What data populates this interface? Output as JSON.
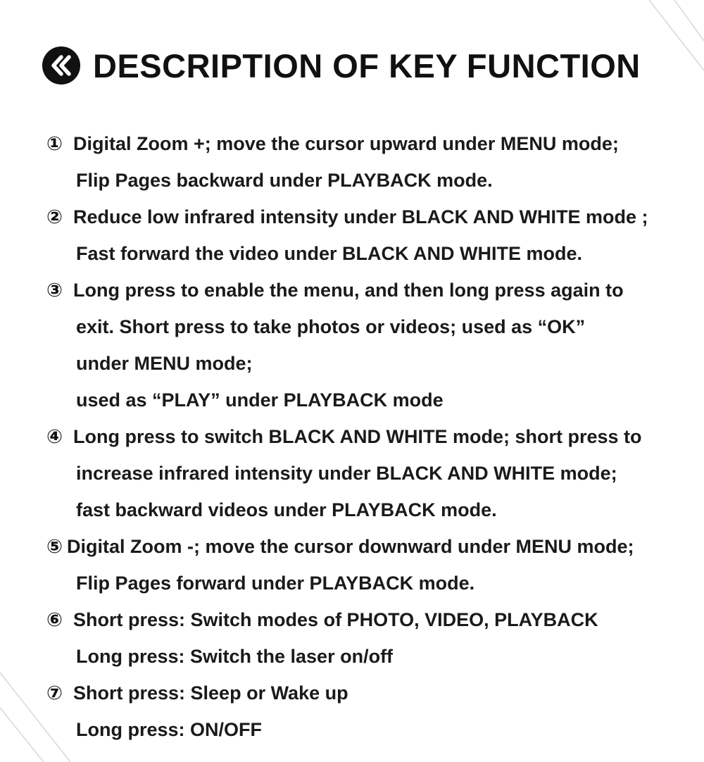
{
  "header": {
    "title": "DESCRIPTION OF KEY FUNCTION",
    "icon": "double-chevron-left-icon"
  },
  "items": [
    {
      "num": "①",
      "lines": [
        "Digital Zoom +; move the cursor upward under MENU mode;",
        "Flip Pages backward under PLAYBACK mode."
      ]
    },
    {
      "num": "②",
      "lines": [
        "Reduce low infrared intensity under BLACK AND WHITE mode ;",
        "Fast forward the video under BLACK AND WHITE mode."
      ]
    },
    {
      "num": "③",
      "lines": [
        "Long press to enable the menu, and then long press again to",
        "exit. Short press to take photos or videos; used as “OK”",
        "under MENU mode;",
        "used as “PLAY” under PLAYBACK mode"
      ]
    },
    {
      "num": "④",
      "lines": [
        "Long press to switch BLACK AND WHITE mode; short press to",
        "increase infrared intensity under BLACK AND WHITE mode;",
        "fast backward videos under PLAYBACK mode."
      ]
    },
    {
      "num": "⑤",
      "lines": [
        "Digital Zoom -; move the cursor downward under MENU mode;",
        "Flip Pages forward under PLAYBACK mode."
      ]
    },
    {
      "num": "⑥",
      "lines": [
        "Short press: Switch modes of PHOTO, VIDEO, PLAYBACK",
        "Long press: Switch the laser on/off"
      ]
    },
    {
      "num": "⑦",
      "lines": [
        "Short press: Sleep or Wake up",
        "Long press: ON/OFF"
      ]
    }
  ]
}
